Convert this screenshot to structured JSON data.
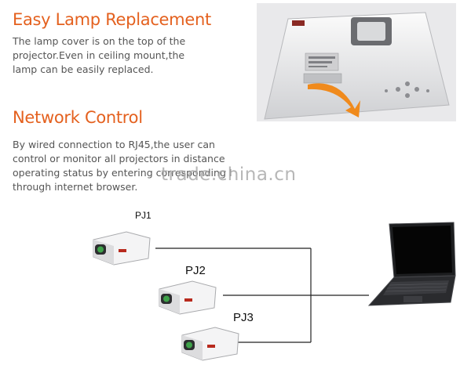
{
  "lamp_section": {
    "title": "Easy Lamp Replacement",
    "lines": [
      "The lamp cover is on the top of the",
      "projector.Even in ceiling mount,the",
      "lamp can be easily replaced."
    ]
  },
  "network_section": {
    "title": "Network Control",
    "lines": [
      "By wired connection to RJ45,the user can",
      "control or monitor all projectors in distance",
      "operating status by entering corresponding I",
      "through internet browser."
    ]
  },
  "watermark": "trade.china.cn",
  "diagram": {
    "projectors": [
      "PJ1",
      "PJ2",
      "PJ3"
    ]
  },
  "colors": {
    "heading": "#e4611f",
    "arrow": "#f08a1c",
    "body_text": "#555555",
    "line": "#222222"
  },
  "icons": {
    "lamp_photo": "projector-top-view-photo",
    "arrow": "curved-orange-arrow-icon",
    "laptop": "laptop-icon",
    "projector": "projector-icon"
  }
}
